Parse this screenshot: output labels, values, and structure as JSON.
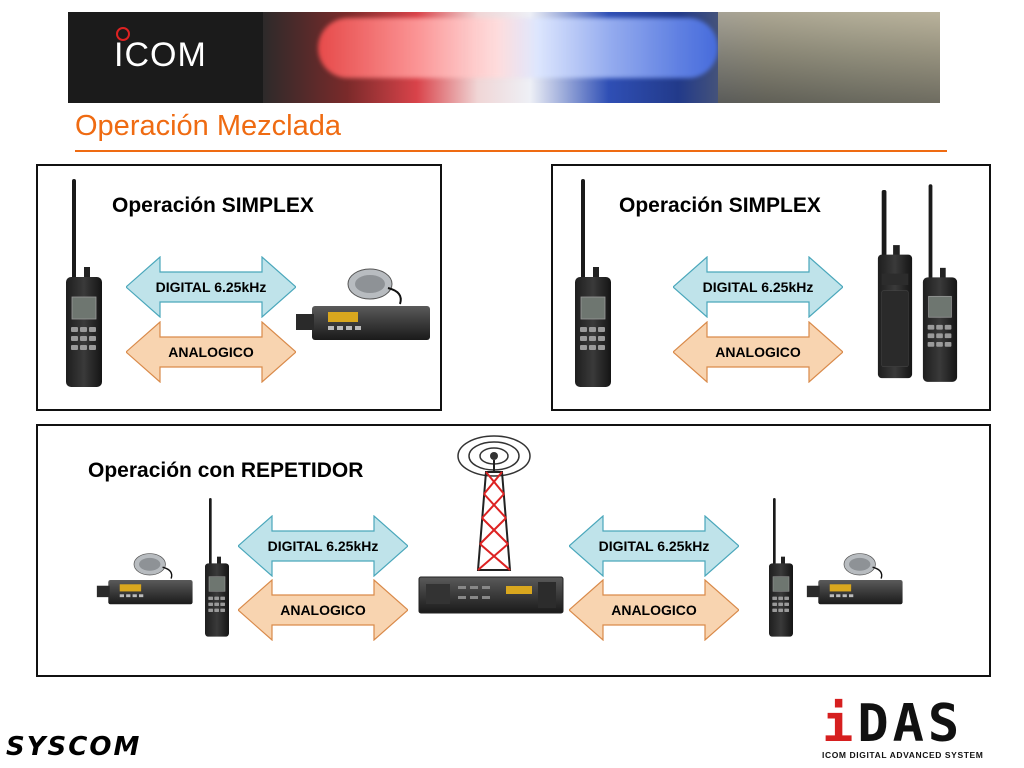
{
  "header": {
    "brand": "ICOM",
    "title": "Operación Mezclada"
  },
  "panels": {
    "simplex_left": {
      "title": "Operación SIMPLEX",
      "digital_label": "DIGITAL 6.25kHz",
      "analog_label": "ANALOGICO"
    },
    "simplex_right": {
      "title": "Operación SIMPLEX",
      "digital_label": "DIGITAL 6.25kHz",
      "analog_label": "ANALOGICO"
    },
    "repeater": {
      "title": "Operación con REPETIDOR",
      "left_digital_label": "DIGITAL 6.25kHz",
      "left_analog_label": "ANALOGICO",
      "right_digital_label": "DIGITAL 6.25kHz",
      "right_analog_label": "ANALOGICO"
    }
  },
  "footer": {
    "syscom_logo": "SYSCOM",
    "idas_logo": "iDAS",
    "idas_tagline": "ICOM DIGITAL ADVANCED SYSTEM"
  },
  "colors": {
    "accent_orange": "#ef6b12",
    "digital_arrow_fill": "#bfe3ea",
    "analog_arrow_fill": "#f8d4b0",
    "idas_red": "#d61f1f"
  },
  "icons": [
    "handheld-radio-icon",
    "mobile-radio-icon",
    "repeater-icon",
    "antenna-tower-icon"
  ]
}
